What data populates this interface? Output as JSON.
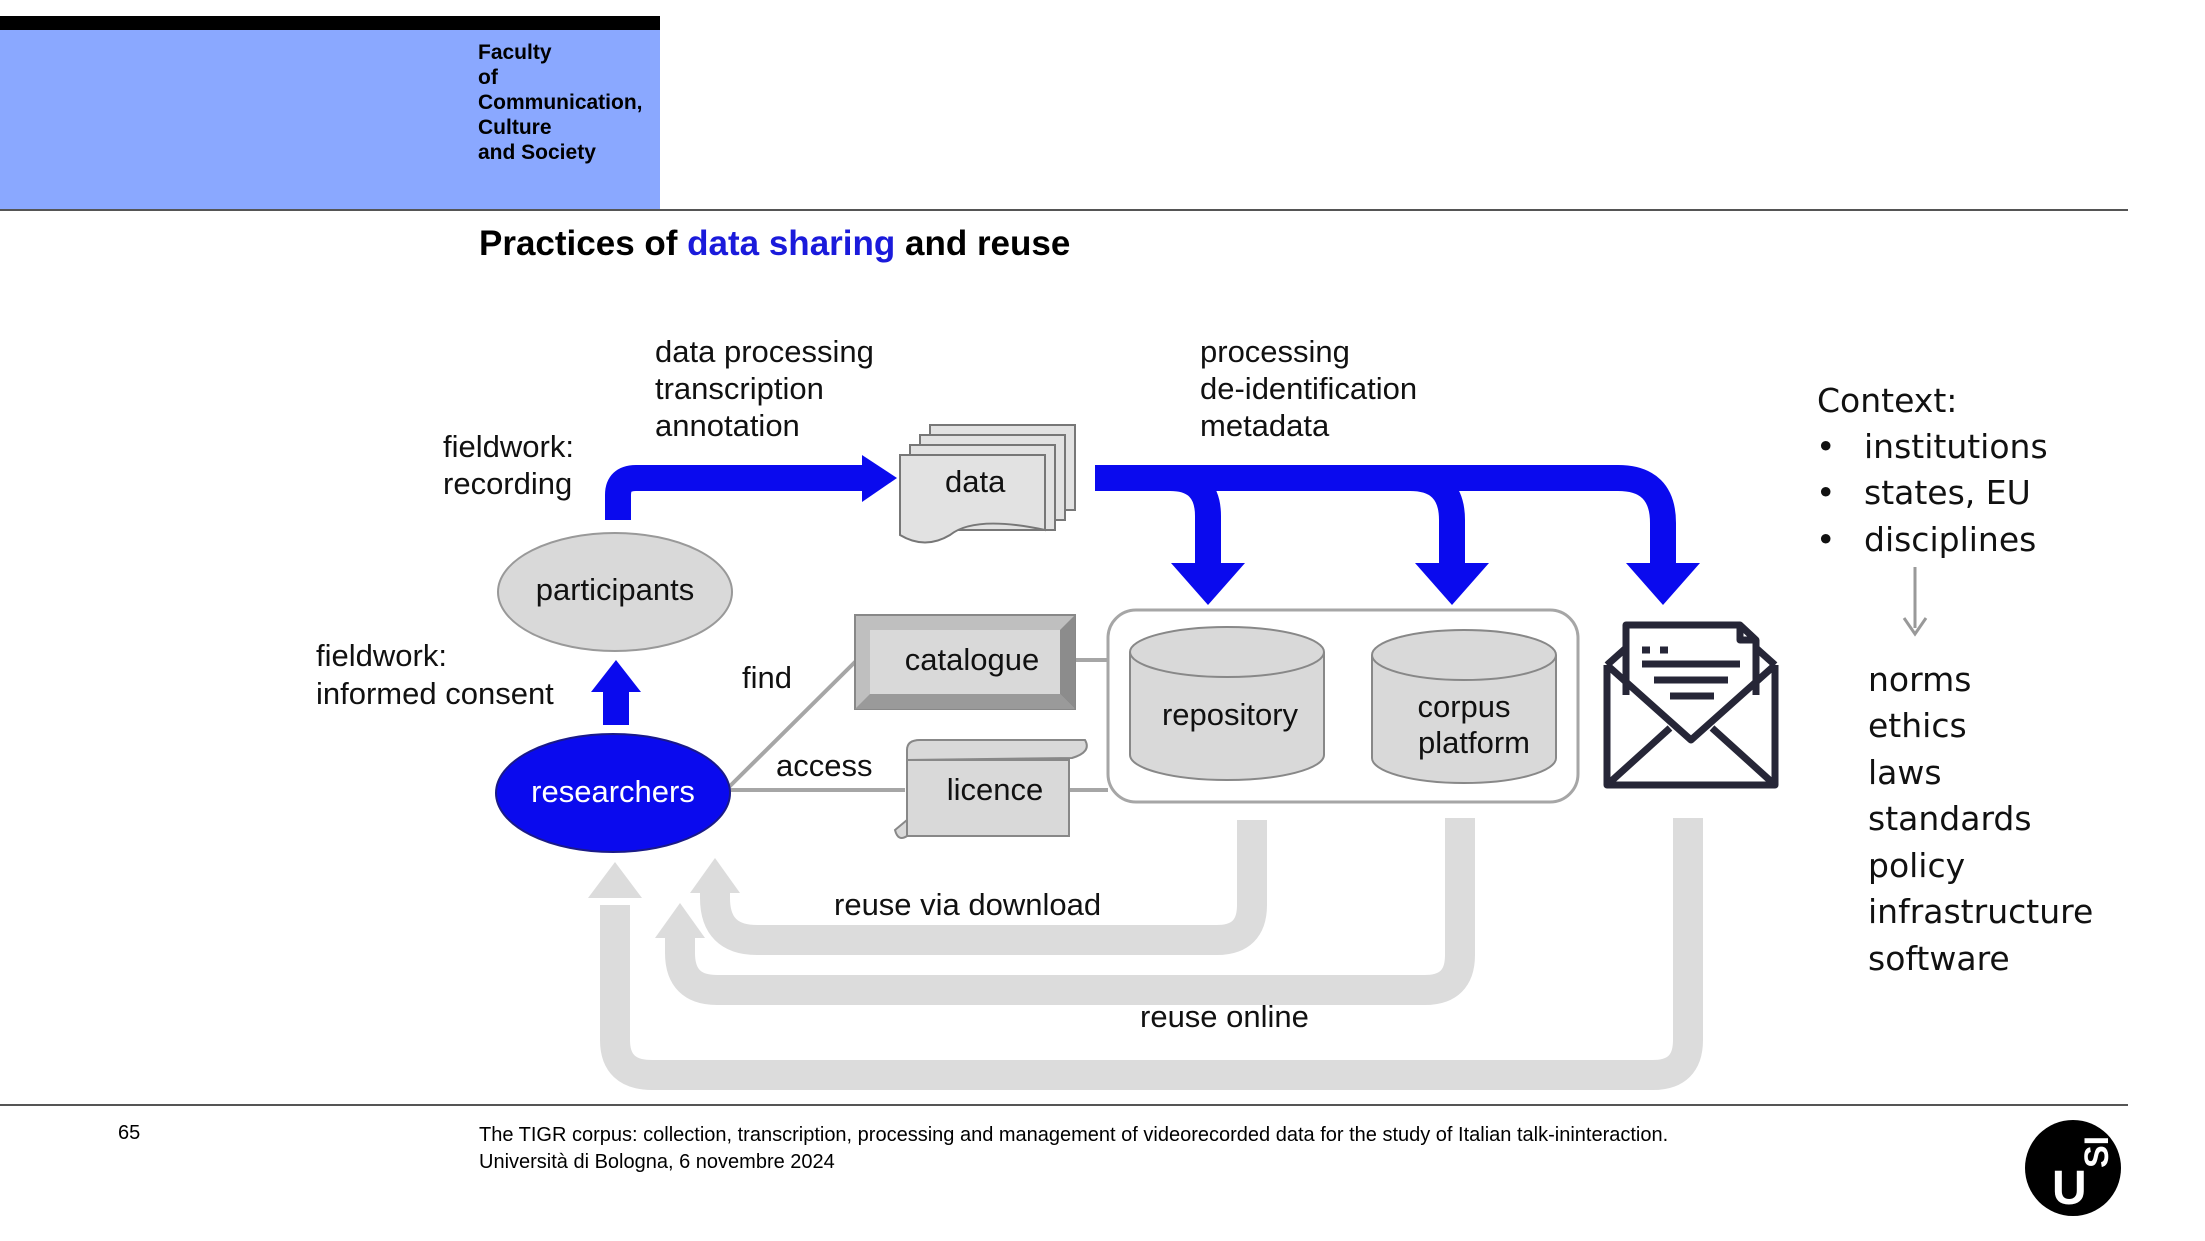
{
  "header": {
    "faculty_lines": [
      "Faculty",
      "of",
      "Communication,",
      "Culture",
      "and Society"
    ]
  },
  "slide_title": {
    "before": "Practices of ",
    "highlight": "data sharing",
    "after": " and reuse"
  },
  "diagram": {
    "fieldwork_recording": [
      "fieldwork:",
      "recording"
    ],
    "data_processing": [
      "data processing",
      "transcription",
      "annotation"
    ],
    "processing_steps": [
      "processing",
      "de-identification",
      "metadata"
    ],
    "data_label": "data",
    "participants_label": "participants",
    "fieldwork_consent": [
      "fieldwork:",
      "informed consent"
    ],
    "researchers_label": "researchers",
    "find_label": "find",
    "access_label": "access",
    "catalogue_label": "catalogue",
    "licence_label": "licence",
    "repository_label": "repository",
    "corpus_platform_label": [
      "corpus",
      "platform"
    ],
    "reuse_download_label": "reuse via download",
    "reuse_online_label": "reuse online",
    "colors": {
      "arrow_blue": "#0a0aee",
      "reuse_gray": "#dcdcdc",
      "shape_gray": "#d9d9d9"
    }
  },
  "context": {
    "heading": "Context:",
    "bullets": [
      "institutions",
      "states, EU",
      "disciplines"
    ],
    "outcomes": [
      "norms",
      "ethics",
      "laws",
      "standards",
      "policy",
      "infrastructure",
      "software"
    ]
  },
  "footer": {
    "slide_number": "65",
    "line1": "The TIGR corpus: collection, transcription, processing and management of videorecorded data for the study of Italian talk-ininteraction.",
    "line2": "Università di Bologna, 6 novembre 2024",
    "logo_letters": [
      "U",
      "SI"
    ]
  }
}
